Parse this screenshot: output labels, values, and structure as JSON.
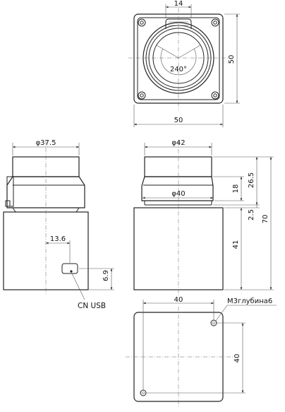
{
  "front_view": {
    "width_label": "50",
    "height_label": "50",
    "slot_width_label": "14",
    "angle_label": "240°"
  },
  "side_view": {
    "diameter_label": "φ37.5",
    "usb_offset_label": "13.6",
    "usb_height_label": "6.9",
    "usb_caption": "CN USB"
  },
  "section_view": {
    "outer_diameter_label": "φ42",
    "inner_diameter_label": "φ40",
    "cap_height_label": "18",
    "top_height_label": "26.5",
    "gap_label": "2.5",
    "total_height_label": "70",
    "body_height_label": "41"
  },
  "bottom_view": {
    "hole_spacing_h_label": "40",
    "hole_spacing_v_label": "40",
    "hole_note": "M3глубина6"
  }
}
